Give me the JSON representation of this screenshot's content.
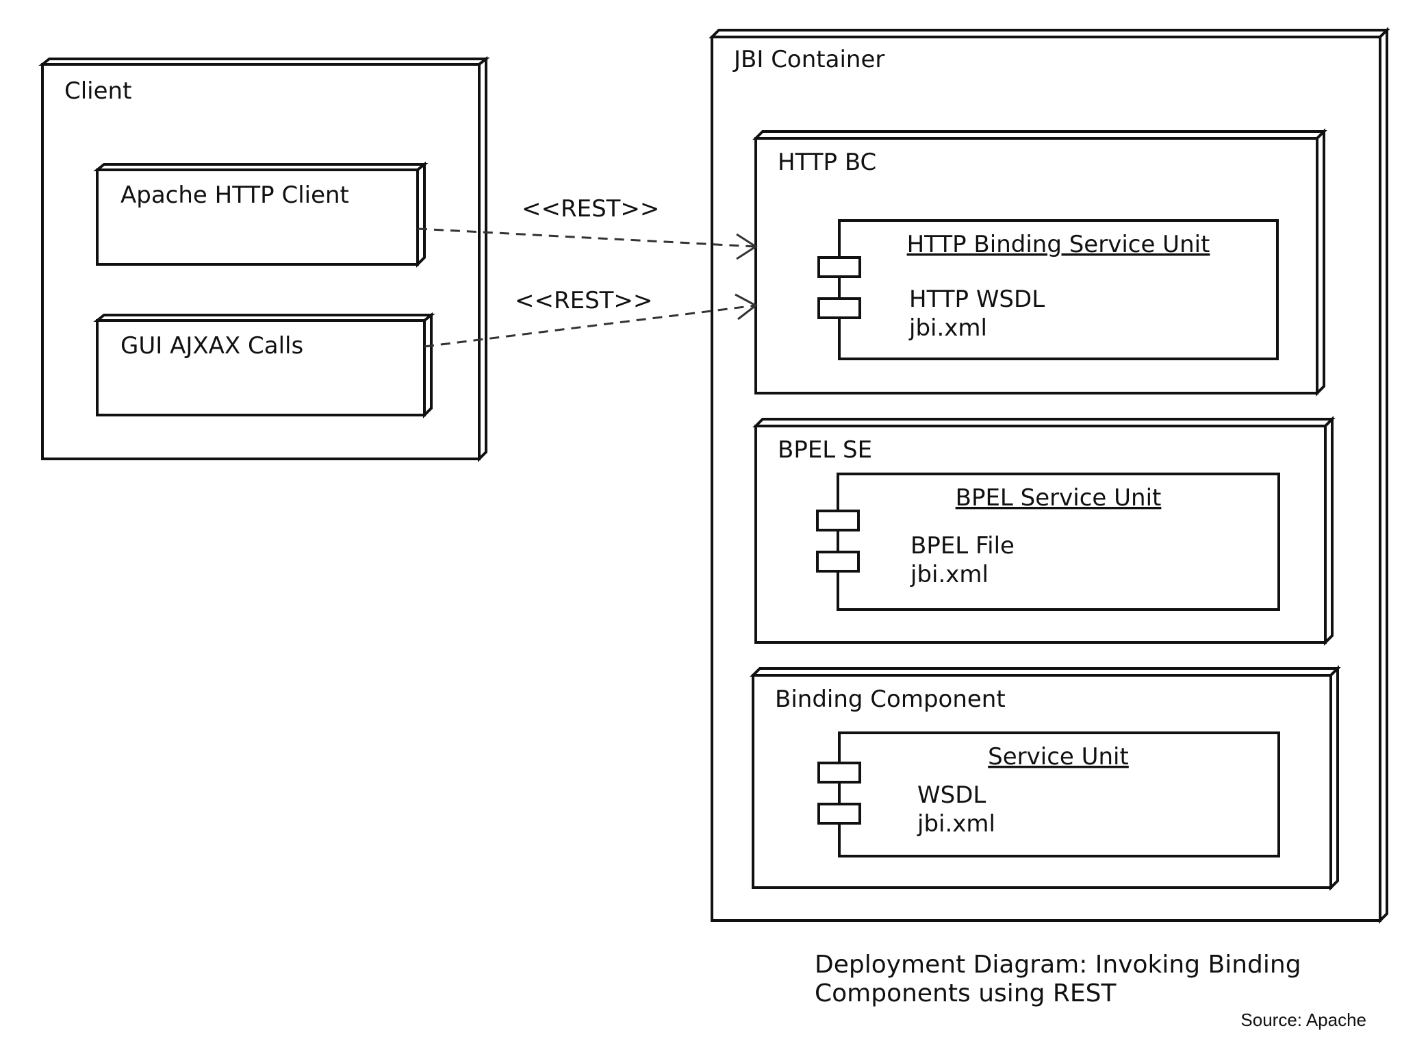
{
  "client": {
    "title": "Client",
    "nodes": [
      {
        "label": "Apache HTTP Client"
      },
      {
        "label": "GUI AJXAX Calls"
      }
    ]
  },
  "links": [
    {
      "label": "<<REST>>"
    },
    {
      "label": "<<REST>>"
    }
  ],
  "container": {
    "title": "JBI Container",
    "components": [
      {
        "title": "HTTP BC",
        "unit": {
          "name": "HTTP Binding Service Unit",
          "lines": [
            "HTTP WSDL",
            "jbi.xml"
          ]
        }
      },
      {
        "title": "BPEL SE",
        "unit": {
          "name": "BPEL Service Unit",
          "lines": [
            "BPEL File",
            "jbi.xml"
          ]
        }
      },
      {
        "title": "Binding Component",
        "unit": {
          "name": "Service Unit",
          "lines": [
            "WSDL",
            "jbi.xml"
          ]
        }
      }
    ]
  },
  "caption": {
    "line1": "Deployment Diagram: Invoking Binding",
    "line2": "Components using REST"
  },
  "source": "Source: Apache"
}
